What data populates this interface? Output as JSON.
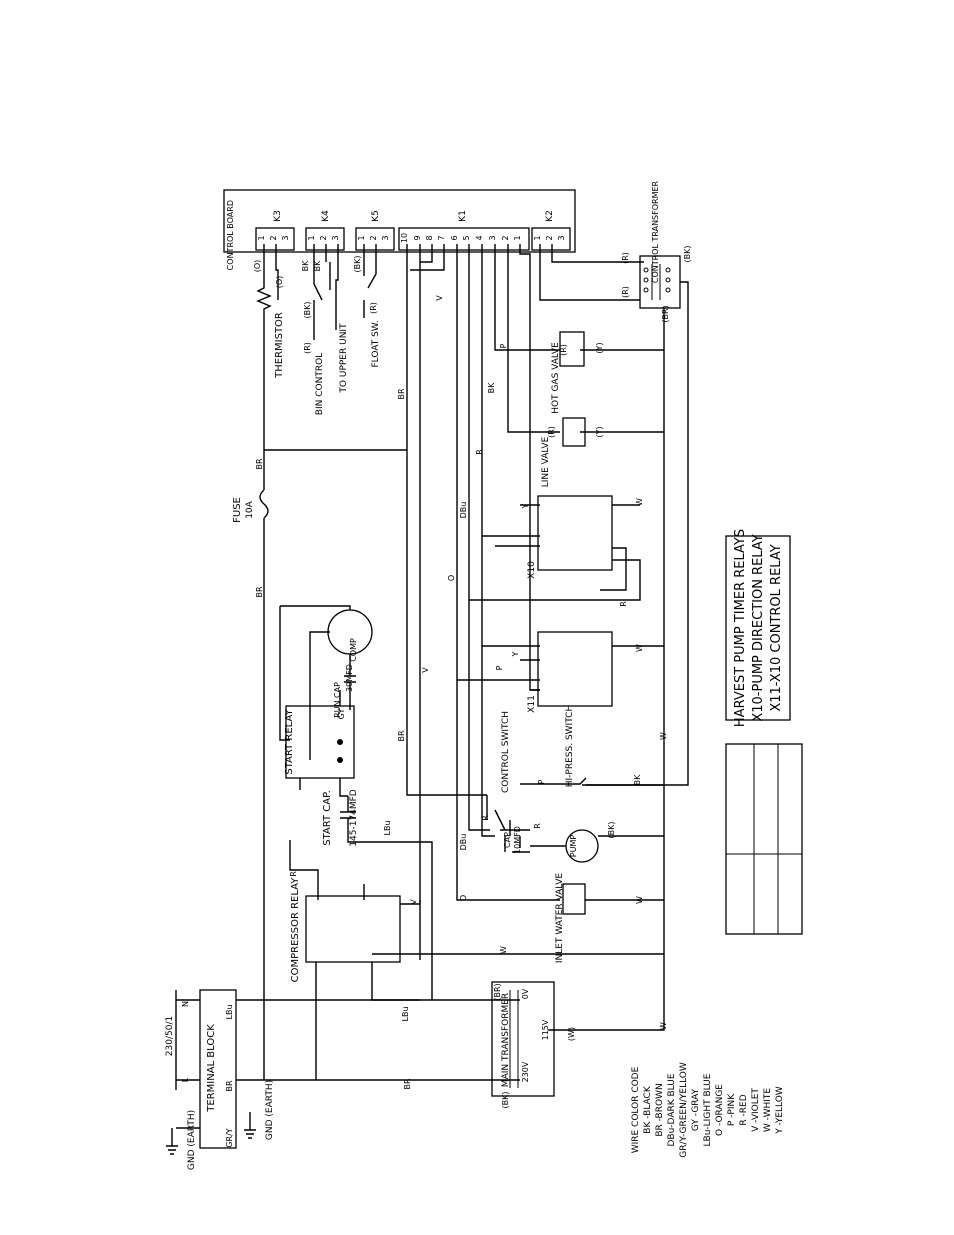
{
  "board": {
    "title": "CONTROL BOARD",
    "relays": {
      "k3": "K3",
      "k4": "K4",
      "k5": "K5",
      "k1": "K1",
      "k2": "K2",
      "pins3": [
        "1",
        "2",
        "3"
      ],
      "k1_pins": [
        "10",
        "9",
        "8",
        "7",
        "6",
        "5",
        "4",
        "3",
        "2",
        "1"
      ]
    }
  },
  "components": {
    "thermistor": "THERMISTOR",
    "bin_control": "BIN CONTROL",
    "to_upper_unit": "TO UPPER UNIT",
    "float_switch": "FLOAT SW.",
    "control_transformer": "CONTROL TRANSFORMER",
    "hot_gas_valve": "HOT GAS VALVE",
    "line_valve": "LINE VALVE",
    "fuse": "FUSE",
    "fuse_rating": "10A",
    "relay_x10": "X10",
    "relay_x11": "X11",
    "comp": "COMP",
    "run_cap": "RUN CAP",
    "run_cap_value": "30MFD",
    "start_relay": "START RELAY",
    "start_cap": "START CAP.",
    "start_cap_value": "145-174MFD",
    "control_switch": "CONTROL SWITCH",
    "hi_press_switch": "HI-PRESS. SWITCH",
    "pump_cap": "CAP",
    "pump_cap_value": "10MFD",
    "pump": "PUMP",
    "compressor_relay": "COMPRESSOR RELAY",
    "inlet_water_valve": "INLET WATER VALVE",
    "terminal_block": "TERMINAL BLOCK",
    "supply": "230/50/1",
    "main_transformer": "MAIN TRANSFORMER",
    "tf_0v": "0V",
    "tf_115v": "115V",
    "tf_230v": "230V",
    "gnd_earth": "GND (EARTH)",
    "n": "N",
    "L": "L"
  },
  "wire_tags": {
    "o_paren": "(O)",
    "r_paren": "(R)",
    "bk_paren": "(BK)",
    "br_paren": "(BR)",
    "y_paren": "(Y)",
    "w_paren": "(W)",
    "BK": "BK",
    "BR": "BR",
    "V": "V",
    "P": "P",
    "R": "R",
    "DBu": "DBu",
    "O": "O",
    "W": "W",
    "Y": "Y",
    "GY": "GY",
    "LBu": "LBu",
    "GRY": "GR/Y"
  },
  "legend": {
    "line1": "HARVEST PUMP TIMER RELAYS",
    "line2": "X10-PUMP DIRECTION RELAY",
    "line3": "X11-X10 CONTROL RELAY"
  },
  "color_code": {
    "title": "WIRE COLOR CODE",
    "items": [
      "BK -BLACK",
      "BR -BROWN",
      "DBu-DARK BLUE",
      "GR/Y-GREEN/YELLOW",
      "GY -GRAY",
      "LBu-LIGHT BLUE",
      "O -ORANGE",
      "P -PINK",
      "R -RED",
      "V -VIOLET",
      "W -WHITE",
      "Y -YELLOW"
    ]
  }
}
